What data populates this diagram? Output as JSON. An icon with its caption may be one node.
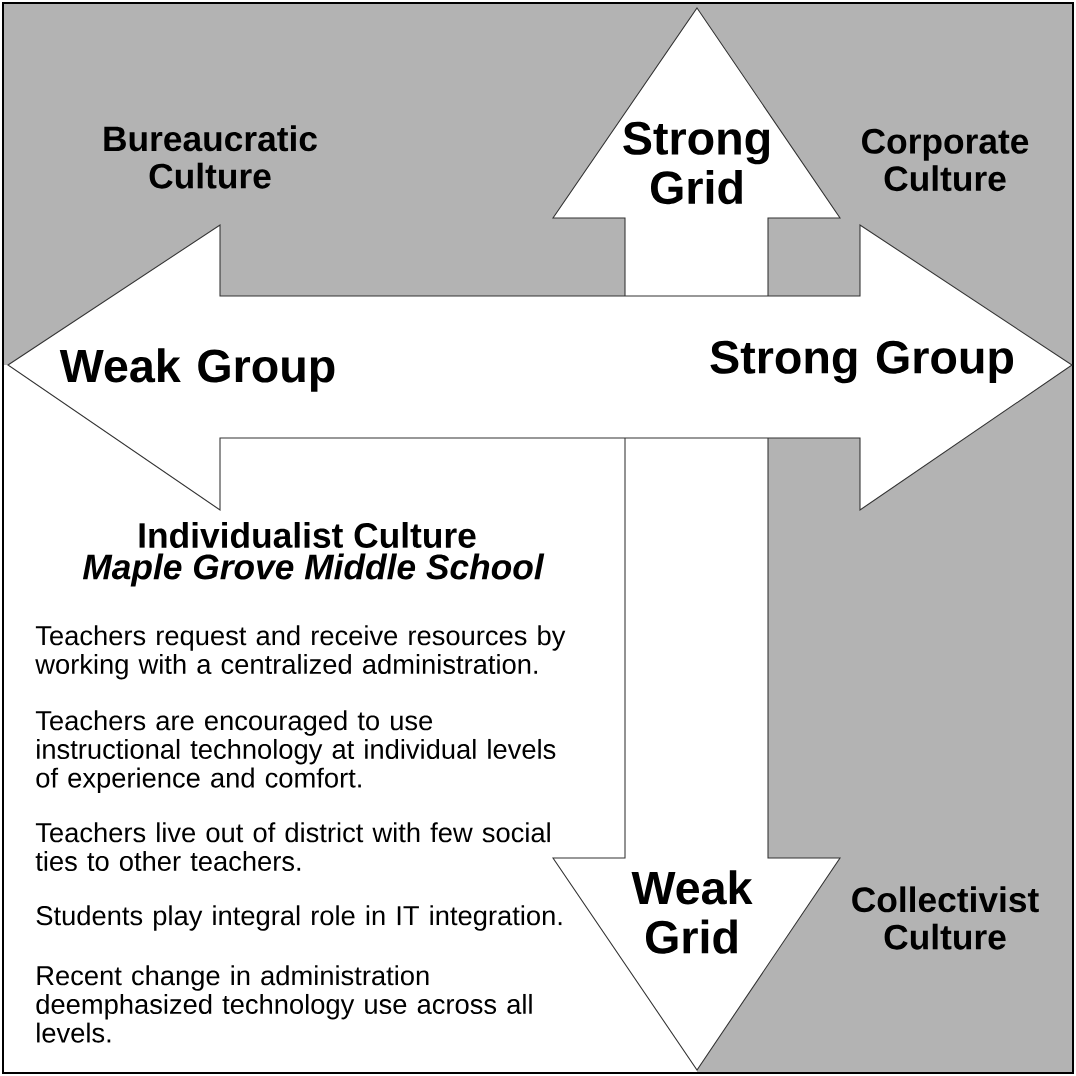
{
  "diagram": {
    "nodes": [
      {
        "text": [
          "Strong Grid",
          "Weak Grid"
        ]
      },
      {
        "text": [
          "Weak Group",
          "Strong Group"
        ]
      }
    ],
    "labels": [
      "Bureaucratic Culture",
      "Corporate Culture",
      "Individualist Culture",
      "Maple Grove Middle School",
      "Teachers request and receive resources by working with a centralized administration.",
      "Teachers are encouraged to use instructional technology at individual levels of experience and comfort.",
      "Teachers live out of district with few social ties to other teachers.",
      "Students play integral role in IT integration.",
      "Recent change in administration deemphasized technology use across all levels.",
      "Collectivist Culture"
    ]
  }
}
